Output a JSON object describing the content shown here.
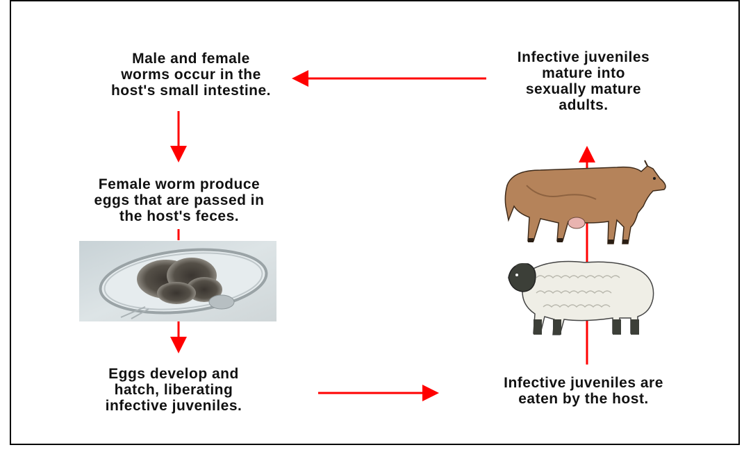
{
  "diagram": {
    "colors": {
      "arrow": "#ff0000",
      "text": "#111111",
      "frame": "#000000",
      "background": "#ffffff"
    },
    "stages": {
      "adults": "Male and female\nworms occur in the\nhost's small intestine.",
      "mature": "Infective juveniles\nmature into\nsexually mature\nadults.",
      "eggs": "Female worm produce\neggs that are passed in\nthe host's feces.",
      "hatch": "Eggs develop and\nhatch, liberating\ninfective juveniles.",
      "eaten": "Infective juveniles are\neaten by the host."
    },
    "images": {
      "egg": "egg-micrograph",
      "cow": "cow-illustration",
      "sheep": "sheep-illustration"
    }
  }
}
